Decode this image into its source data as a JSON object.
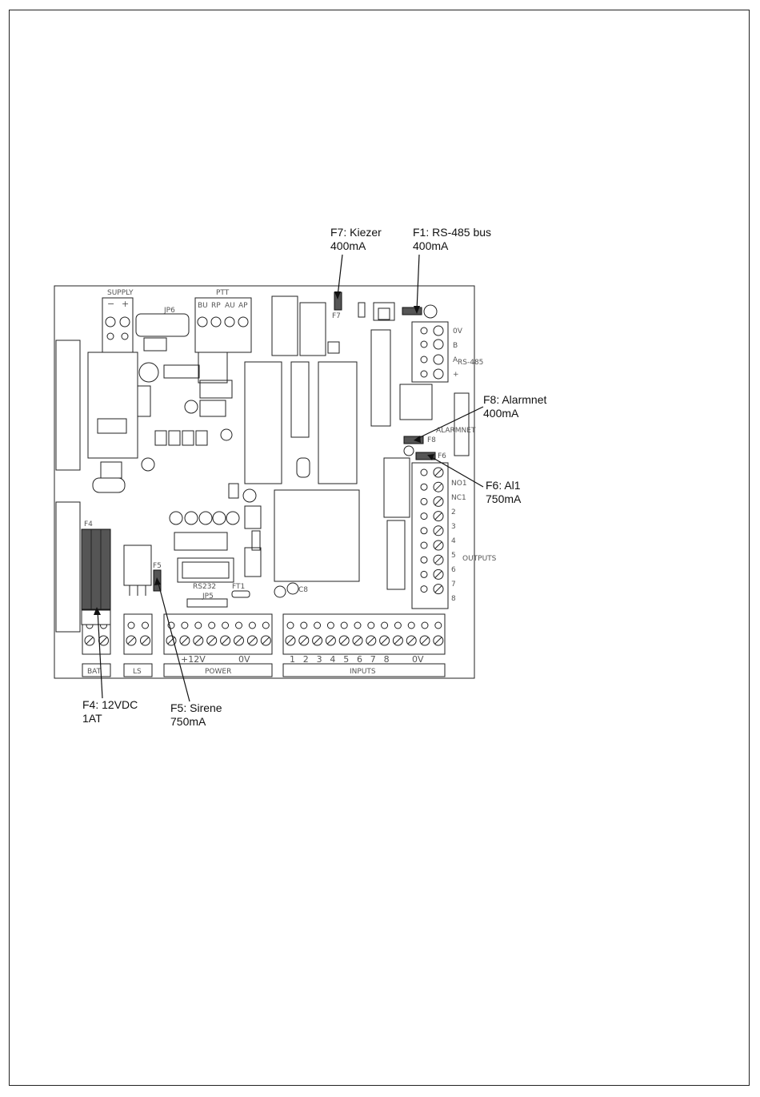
{
  "callouts": [
    {
      "id": "f7",
      "line1": "F7: Kiezer",
      "line2": "400mA"
    },
    {
      "id": "f1",
      "line1": "F1: RS-485 bus",
      "line2": "400mA"
    },
    {
      "id": "f8",
      "line1": "F8: Alarmnet",
      "line2": "400mA"
    },
    {
      "id": "f6",
      "line1": "F6: Al1",
      "line2": "750mA"
    },
    {
      "id": "f4",
      "line1": "F4: 12VDC",
      "line2": "1AT"
    },
    {
      "id": "f5",
      "line1": "F5: Sirene",
      "line2": "750mA"
    }
  ],
  "silkscreen": {
    "supply": "SUPPLY",
    "minus": "−",
    "plus": "+",
    "jp6": "JP6",
    "ptt": "PTT",
    "ptt_pins": [
      "BU",
      "RP",
      "AU",
      "AP"
    ],
    "f7": "F7",
    "rs485": "RS-485",
    "rs485_pins": [
      "0V",
      "B",
      "A",
      "+"
    ],
    "alarmnet": "ALARMNET",
    "f8": "F8",
    "f6": "F6",
    "outputs": "OUTPUTS",
    "out_pins": [
      "NO1",
      "NC1",
      "2",
      "3",
      "4",
      "5",
      "6",
      "7",
      "8"
    ],
    "f4": "F4",
    "f5": "F5",
    "rs232": "RS232",
    "jp5": "JP5",
    "ft1": "FT1",
    "bat": "BAT",
    "ls": "LS",
    "power": "POWER",
    "v12": "+12V",
    "v0": "0V",
    "inputs": "INPUTS",
    "input_nums": [
      "1",
      "2",
      "3",
      "4",
      "5",
      "6",
      "7",
      "8"
    ],
    "c8": "C8"
  }
}
